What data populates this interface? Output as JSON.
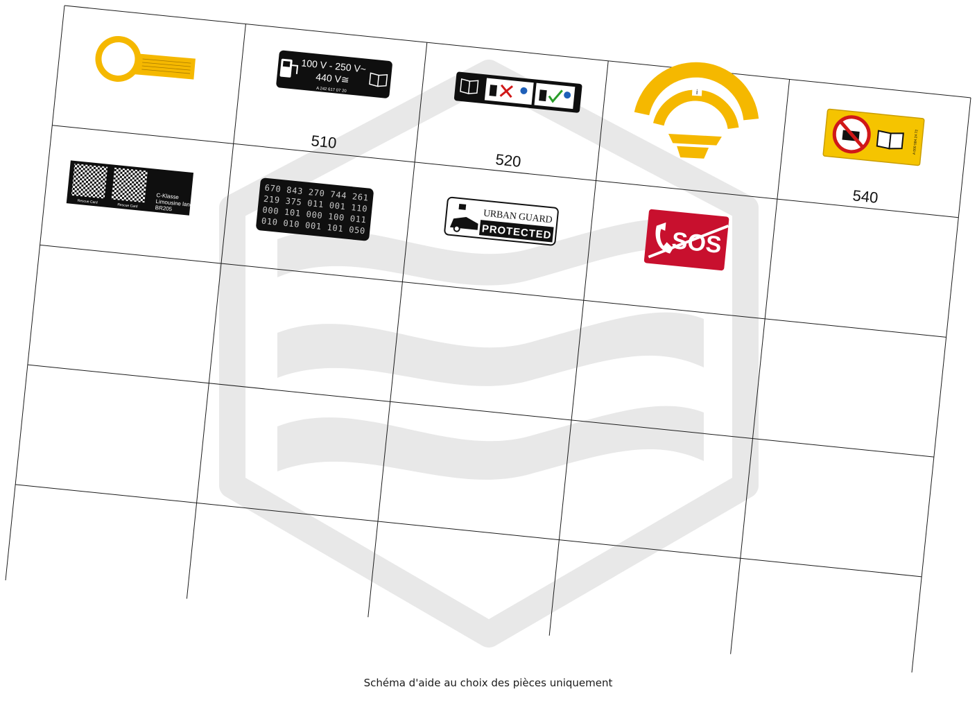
{
  "caption": "Schéma d'aide au choix des pièces uniquement",
  "colors": {
    "grid_line": "#1a1a1a",
    "watermark": "#e6e6e6",
    "label_yellow": "#f5b800",
    "label_black": "#0f0f0f",
    "sos_red": "#c8102e",
    "prohibit_red": "#d01818"
  },
  "labels": {
    "n510": "510",
    "n520": "520",
    "n540": "540"
  },
  "parts": {
    "charge_label": {
      "line1": "100 V - 250 V~",
      "line2": "440 V≅",
      "code": "A 242 617 07 20",
      "icon": "book-info-icon"
    },
    "fuel_adblue_label": {
      "icon": "refuel-adblue-instruction-icon"
    },
    "fuel_cap_tag": {
      "icon": "fuel-cap-ring-tag"
    },
    "coolant_warning": {
      "icon": "coolant-warning-arc-label"
    },
    "battery_warning": {
      "code": "A 000 584 24 72",
      "icon": "no-fire-battery-icon"
    },
    "rescue_card": {
      "caption": "Rescue Card",
      "model_line1": "C-Klasse",
      "model_line2": "Limousine lang",
      "model_line3": "BR205",
      "icon": "qr-code-icon"
    },
    "paint_code_plate": {
      "rows": [
        "670 843 270 744 261",
        "219 375 011 001 110",
        "000 101 000 100 011",
        "010 010 001 101 050"
      ]
    },
    "urban_guard": {
      "line1": "URBAN GUARD",
      "line2": "PROTECTED",
      "icon": "car-camera-icon"
    },
    "sos": {
      "text": "SOS",
      "icon": "phone-icon"
    }
  }
}
